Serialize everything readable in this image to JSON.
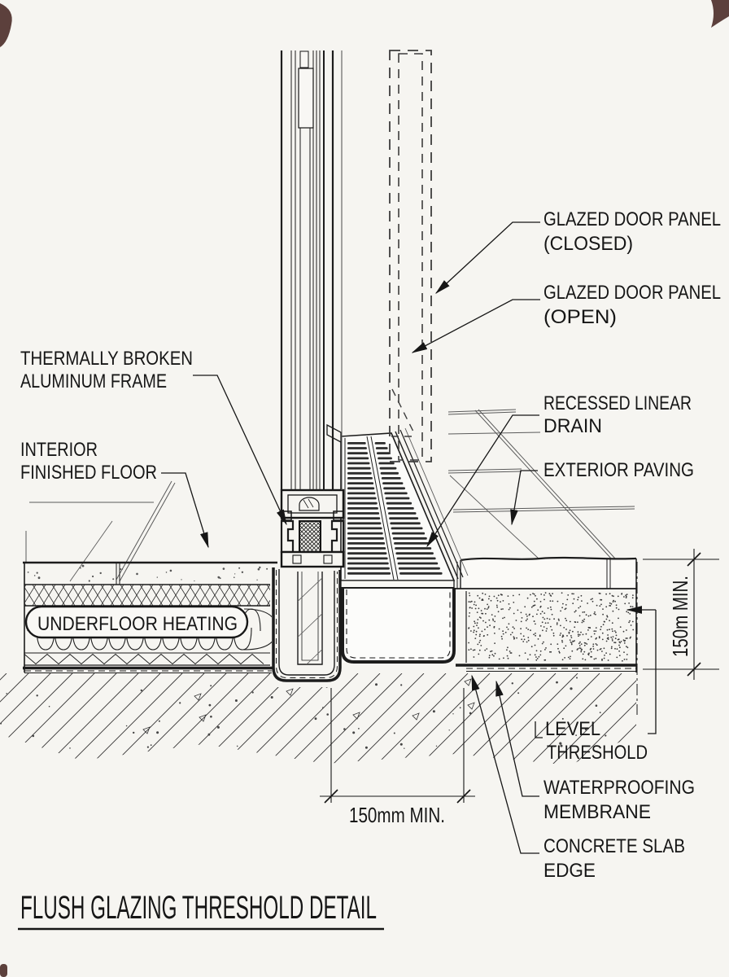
{
  "title": "FLUSH GLAZING THRESHOLD DETAIL",
  "labels": {
    "frame": {
      "l1": "THERMALLY BROKEN",
      "l2": "ALUMINUM FRAME"
    },
    "interior_floor": {
      "l1": "INTERIOR",
      "l2": "FINISHED FLOOR"
    },
    "door_closed": {
      "l1": "GLAZED DOOR PANEL",
      "l2": "(CLOSED)"
    },
    "door_open": {
      "l1": "GLAZED DOOR PANEL",
      "l2": "(OPEN)"
    },
    "drain": {
      "l1": "RECESSED LINEAR",
      "l2": "DRAIN"
    },
    "exterior_paving": {
      "l1": "EXTERIOR PAVING"
    },
    "underfloor_heating": {
      "l1": "UNDERFLOOR HEATING"
    },
    "level_threshold": {
      "l1": "LEVEL",
      "l2": "THRESHOLD"
    },
    "waterproofing": {
      "l1": "WATERPROOFING",
      "l2": "MEMBRANE"
    },
    "slab_edge": {
      "l1": "CONCRETE SLAB",
      "l2": "EDGE"
    }
  },
  "dimensions": {
    "width_min": "150mm MIN.",
    "height_min": "150m MIN."
  },
  "colors": {
    "ink": "#1c1c1c",
    "background": "#f6f5f1"
  }
}
